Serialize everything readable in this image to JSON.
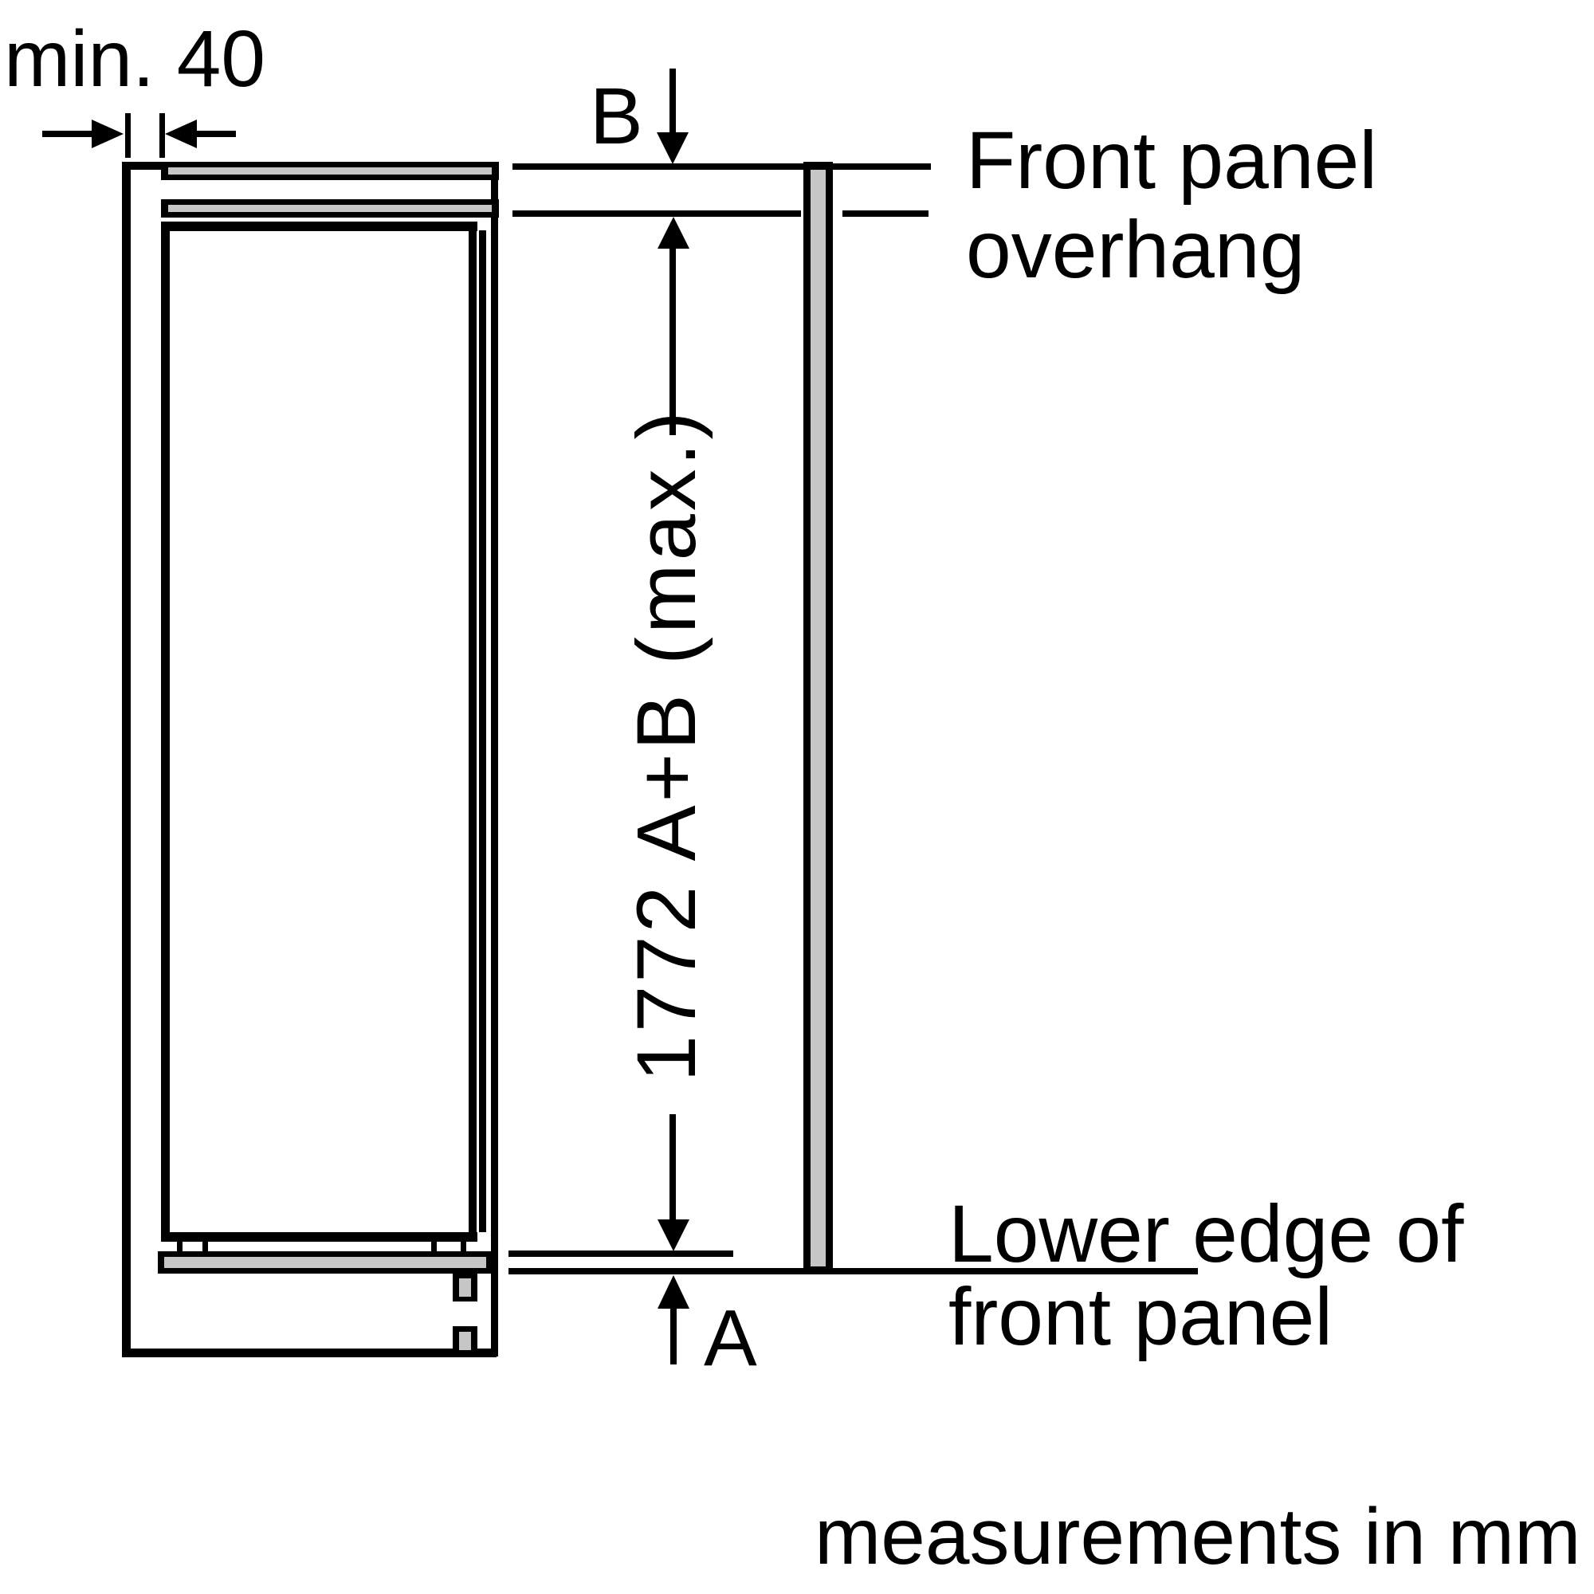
{
  "diagram": {
    "type": "appliance-installation-drawing",
    "unit_note": "measurements in mm",
    "dimensions": {
      "rear_gap": "min. 40",
      "niche_height": "1772 A+B (max.)",
      "overhang_top": "B",
      "overhang_bottom": "A"
    },
    "annotations": {
      "front_panel_overhang": [
        "Front panel",
        "overhang"
      ],
      "lower_edge": [
        "Lower edge of",
        "front panel"
      ]
    },
    "colors": {
      "line": "#000000",
      "panel_fill": "#c6c6c6",
      "background": "#ffffff"
    }
  }
}
